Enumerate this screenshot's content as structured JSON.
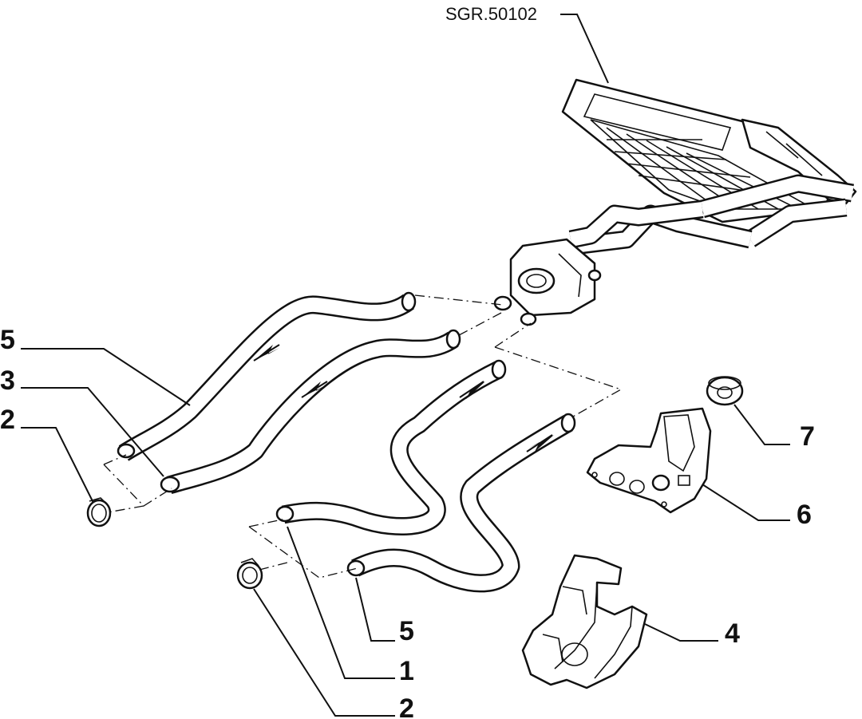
{
  "reference_code": "SGR.50102",
  "callouts": [
    {
      "id": "5-left",
      "text": "5"
    },
    {
      "id": "3",
      "text": "3"
    },
    {
      "id": "2-left",
      "text": "2"
    },
    {
      "id": "7",
      "text": "7"
    },
    {
      "id": "6",
      "text": "6"
    },
    {
      "id": "5-bottom",
      "text": "5"
    },
    {
      "id": "4",
      "text": "4"
    },
    {
      "id": "1",
      "text": "1"
    },
    {
      "id": "2-bottom",
      "text": "2"
    }
  ]
}
